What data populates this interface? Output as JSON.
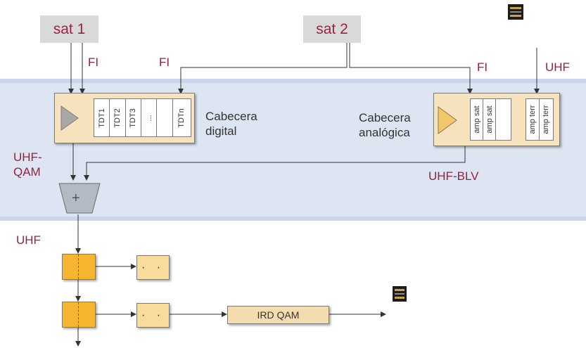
{
  "sources": {
    "sat1": "sat 1",
    "sat2": "sat 2"
  },
  "signals": {
    "fi_left": "FI",
    "fi_mid": "FI",
    "fi_right": "FI",
    "uhf_top": "UHF",
    "uhf_qam": "UHF-\nQAM",
    "uhf_blv": "UHF-BLV",
    "uhf_bottom": "UHF"
  },
  "digital_headend": {
    "label": "Cabecera\ndigital",
    "channels": [
      "TDT1",
      "TDT2",
      "TDT3",
      "...",
      "TDTn"
    ]
  },
  "analog_headend": {
    "label": "Cabecera\nanalógica",
    "sat_amps": [
      "amp sat",
      "amp sat"
    ],
    "terr_amps": [
      "amp terr",
      "amp terr"
    ]
  },
  "combiner_symbol": "+",
  "distribution": {
    "tap_dots": "· ·",
    "ird": "IRD QAM"
  },
  "colors": {
    "band": "#dde5f3",
    "panel": "#f6e2bd",
    "tap": "#f5b52e",
    "outlet": "#f9dc9c",
    "label": "#9c1f3a"
  }
}
